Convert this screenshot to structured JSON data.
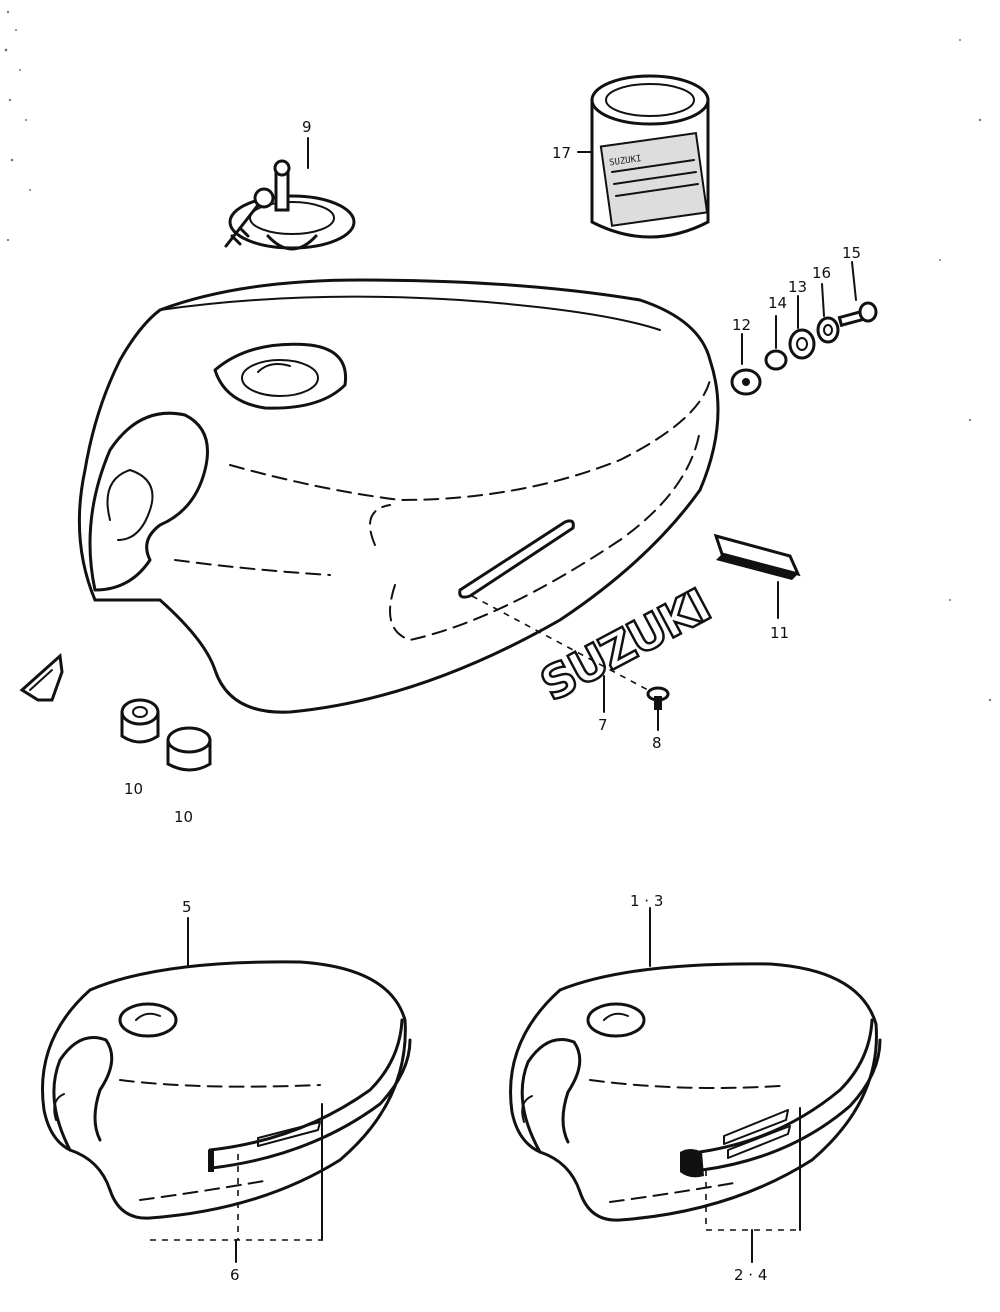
{
  "callouts": {
    "c17": "17",
    "c9": "9",
    "c15": "15",
    "c16": "16",
    "c13": "13",
    "c14": "14",
    "c12": "12",
    "c11": "11",
    "c7": "7",
    "c8": "8",
    "c10a": "10",
    "c10b": "10",
    "c5": "5",
    "c13r": "1 · 3",
    "c6": "6",
    "c24": "2 · 4"
  },
  "emblem": {
    "text": "SUZUKI"
  },
  "can": {
    "label": "SUZUKI"
  },
  "colors": {
    "ink": "#111111",
    "paper": "#ffffff"
  }
}
